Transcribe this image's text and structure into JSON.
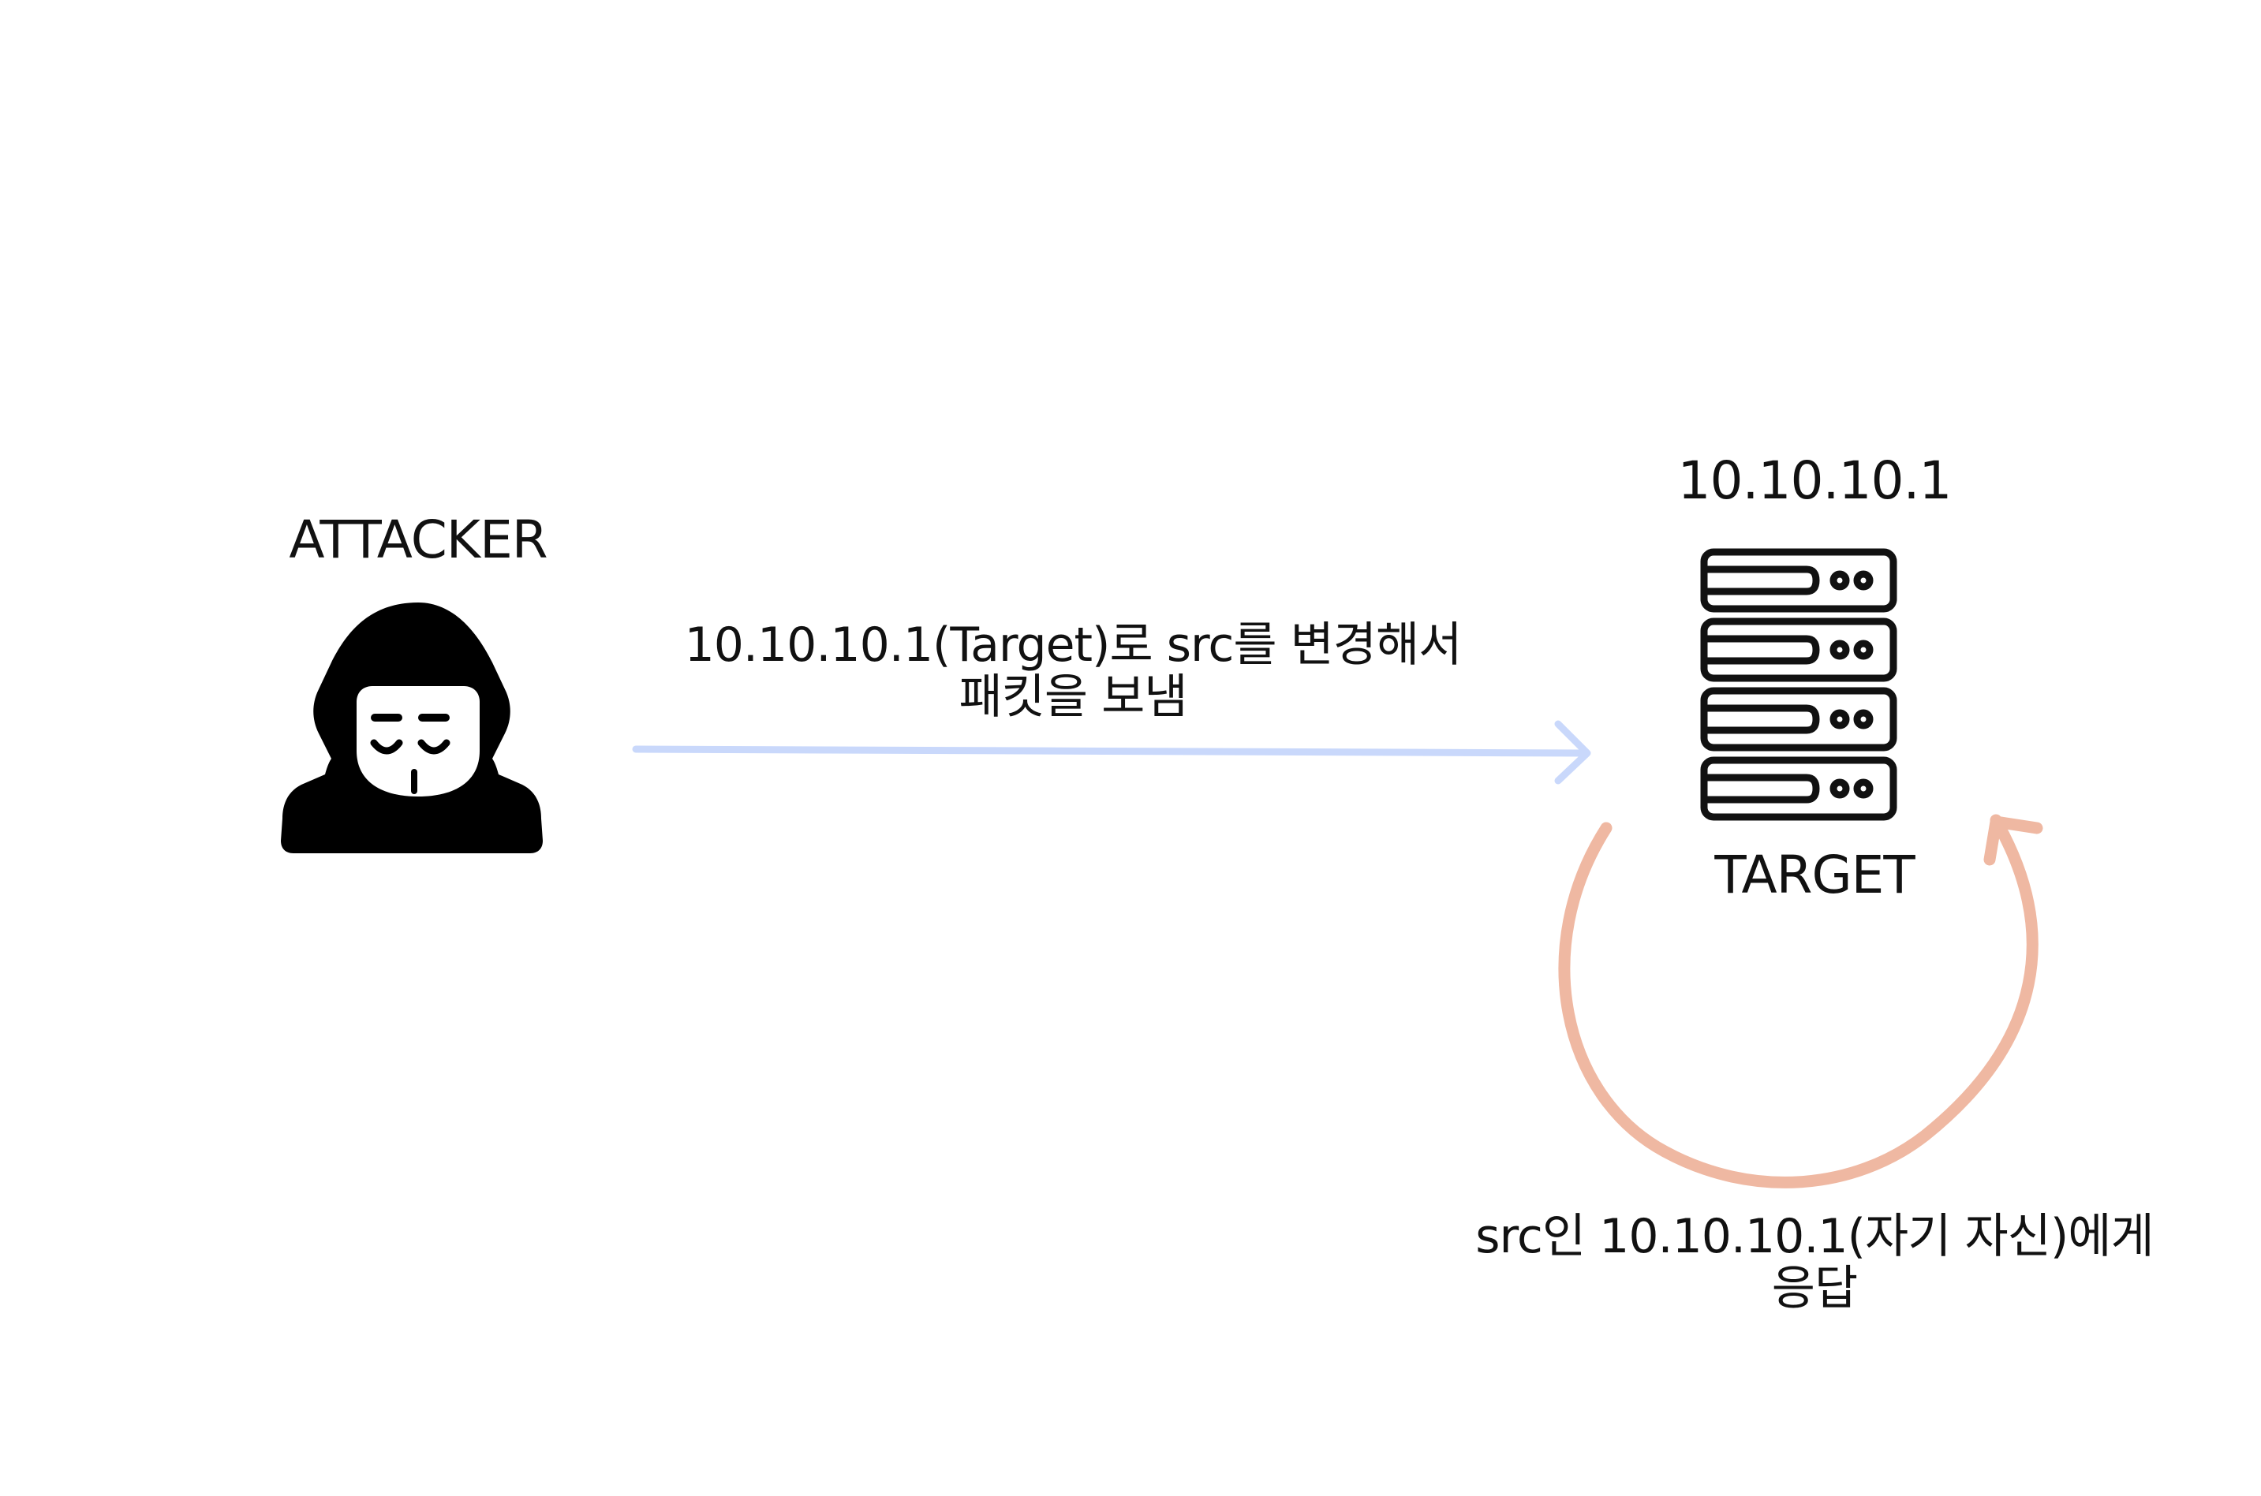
{
  "diagram": {
    "attacker": {
      "label": "ATTACKER",
      "icon": "hooded-hacker-mask-icon"
    },
    "target": {
      "ip": "10.10.10.1",
      "label": "TARGET",
      "icon": "server-rack-icon"
    },
    "send_arrow": {
      "color": "#c9d8fb",
      "caption_line1": "10.10.10.1(Target)로 src를 변경해서",
      "caption_line2": "패킷을 보냄"
    },
    "reply_arrow": {
      "color": "#efb8a2",
      "caption_line1": "src인 10.10.10.1(자기 자신)에게",
      "caption_line2": "응답"
    }
  }
}
